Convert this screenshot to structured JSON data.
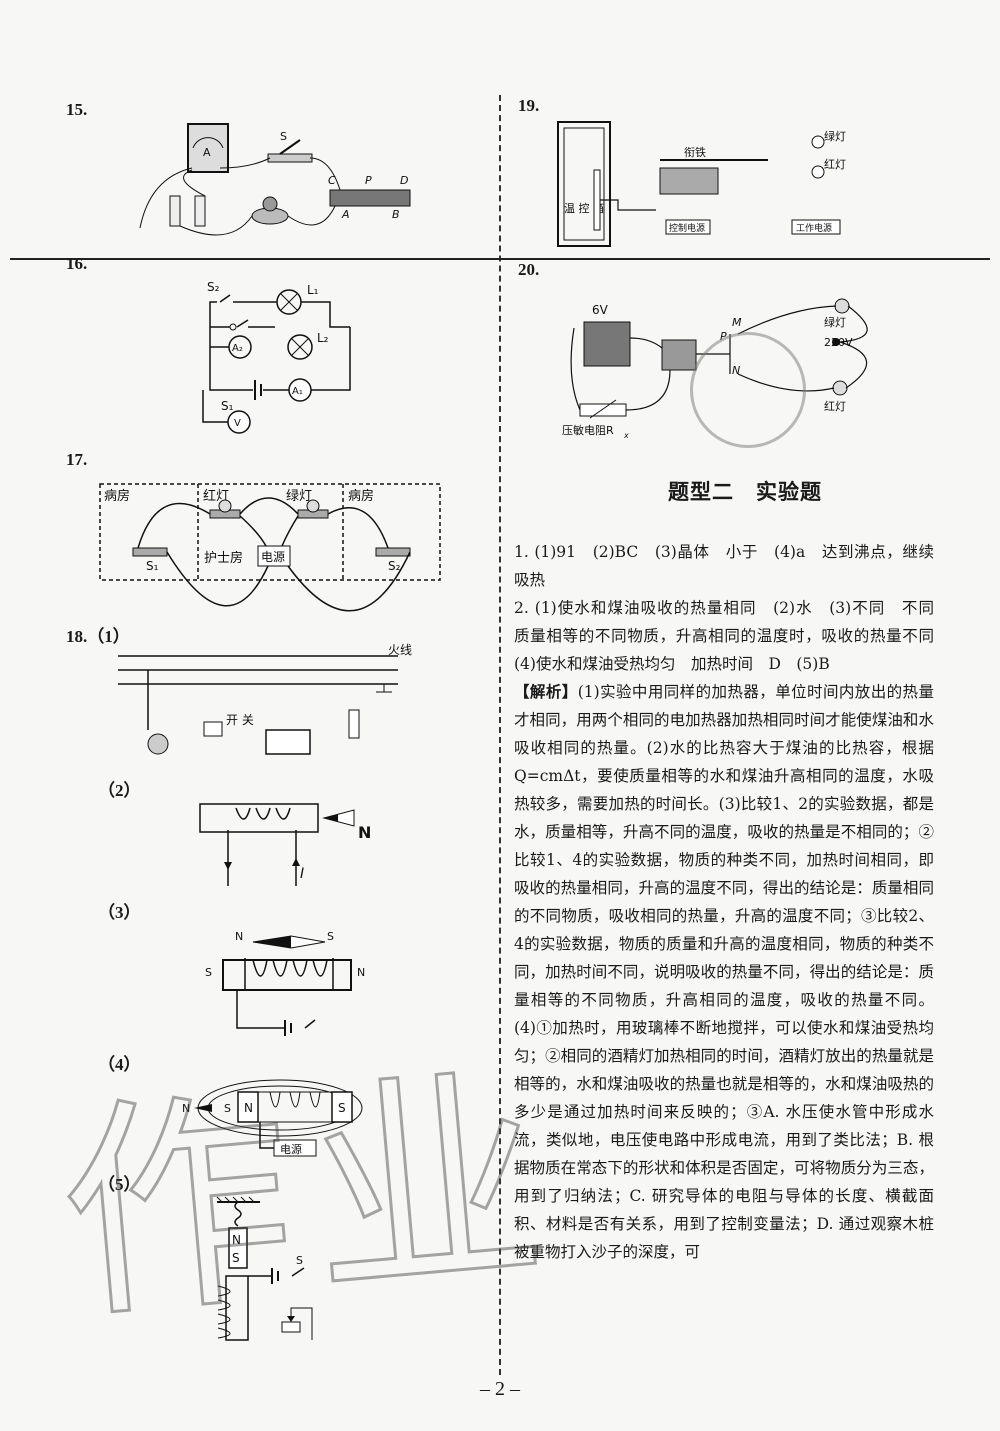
{
  "q15": {
    "num": "15.",
    "labels": {
      "A": "A",
      "S": "S",
      "C": "C",
      "P": "P",
      "D": "D",
      "A2": "A",
      "B": "B"
    }
  },
  "q16": {
    "num": "16.",
    "labels": {
      "S2": "S₂",
      "L1": "L₁",
      "A2": "A₂",
      "L2": "L₂",
      "S1": "S₁",
      "A1": "A₁",
      "V": "V"
    }
  },
  "q17": {
    "num": "17.",
    "labels": {
      "ward_left": "病房",
      "red_lamp": "红灯",
      "green_lamp": "绿灯",
      "ward_right": "病房",
      "nurse": "护士房",
      "power": "电源",
      "S1": "S₁",
      "S2": "S₂"
    }
  },
  "q18": {
    "num": "18.（1）",
    "sub2": "（2）",
    "sub3": "（3）",
    "sub4": "（4）",
    "sub5": "（5）",
    "live_wire": "火线",
    "switch": "开\n关",
    "N": "N",
    "I": "I",
    "S3": "S",
    "N3": "N",
    "N3top": "N",
    "S3top": "S",
    "N4": "N",
    "S4": "S",
    "N4b": "N",
    "S4b": "S",
    "power4": "电源",
    "N5": "N",
    "S5": "S",
    "S5sw": "S"
  },
  "q19": {
    "num": "19.",
    "armature": "衔铁",
    "green": "绿灯",
    "red": "红灯",
    "box": "温\n控\n箱",
    "ctrl": "控制电源",
    "work": "工作电源"
  },
  "q20": {
    "num": "20.",
    "v6": "6V",
    "M": "M",
    "P": "P",
    "N": "N",
    "green": "绿灯",
    "v220": "220V",
    "red": "红灯",
    "resistor": "压敏电阻R",
    "resistor_sub": "x"
  },
  "section_title": "题型二　实验题",
  "answers": {
    "a1": "1. (1)91　(2)BC　(3)晶体　小于　(4)a　达到沸点，继续吸热",
    "a2": "2. (1)使水和煤油吸收的热量相同　(2)水　(3)不同　不同　质量相等的不同物质，升高相同的温度时，吸收的热量不同　(4)使水和煤油受热均匀　加热时间　D　(5)B",
    "analysis_tag": "【解析】",
    "analysis": "(1)实验中用同样的加热器，单位时间内放出的热量才相同，用两个相同的电加热器加热相同时间才能使煤油和水吸收相同的热量。(2)水的比热容大于煤油的比热容，根据Q=cmΔt，要使质量相等的水和煤油升高相同的温度，水吸热较多，需要加热的时间长。(3)比较1、2的实验数据，都是水，质量相等，升高不同的温度，吸收的热量是不相同的；②比较1、4的实验数据，物质的种类不同，加热时间相同，即吸收的热量相同，升高的温度不同，得出的结论是：质量相同的不同物质，吸收相同的热量，升高的温度不同；③比较2、4的实验数据，物质的质量和升高的温度相同，物质的种类不同，加热时间不同，说明吸收的热量不同，得出的结论是：质量相等的不同物质，升高相同的温度，吸收的热量不同。(4)①加热时，用玻璃棒不断地搅拌，可以使水和煤油受热均匀；②相同的酒精灯加热相同的时间，酒精灯放出的热量就是相等的，水和煤油吸收的热量也就是相等的，水和煤油吸热的多少是通过加热时间来反映的；③A. 水压使水管中形成水流，类似地，电压使电路中形成电流，用到了类比法；B. 根据物质在常态下的形状和体积是否固定，可将物质分为三态，用到了归纳法；C. 研究导体的电阻与导体的长度、横截面积、材料是否有关系，用到了控制变量法；D. 通过观察木桩被重物打入沙子的深度，可"
  },
  "page_number": "– 2 –",
  "watermark_text": "作业"
}
